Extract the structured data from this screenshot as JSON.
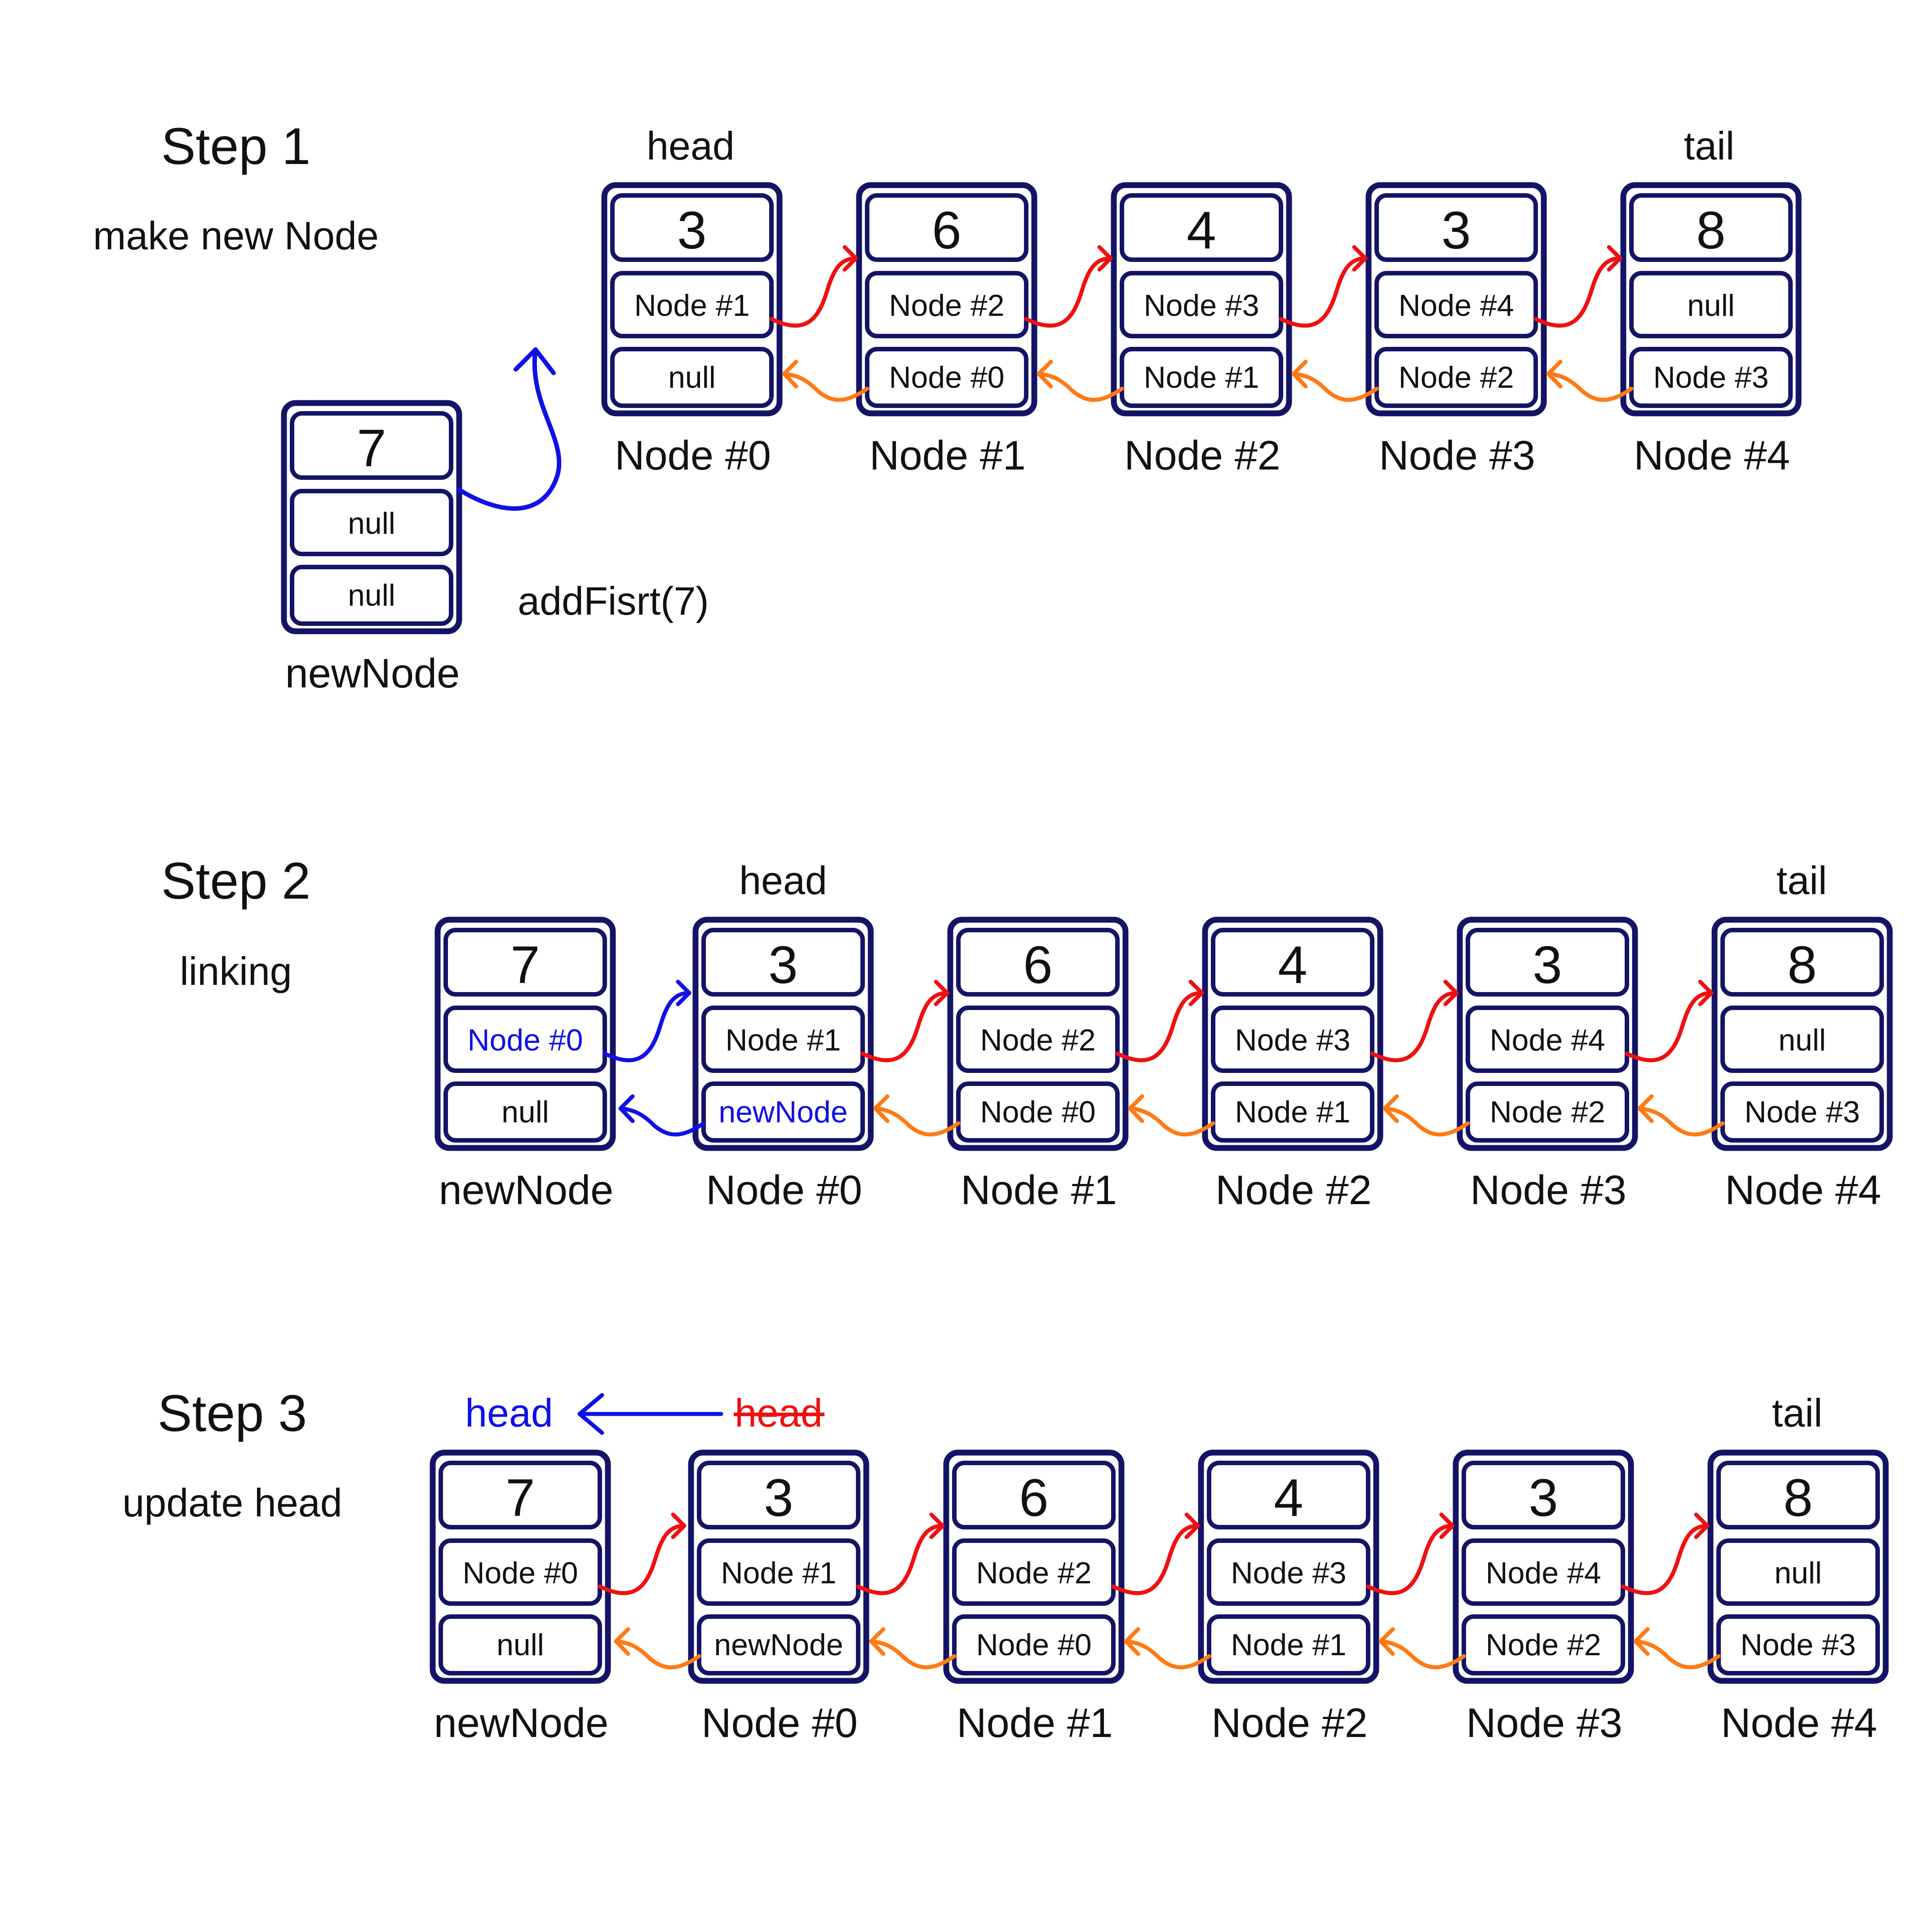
{
  "colors": {
    "node_border": "#141466",
    "next_arrow": "#ee1111",
    "prev_arrow": "#ff7a14",
    "highlight_blue": "#1010e6",
    "old_head_red": "#ee1111"
  },
  "steps": [
    {
      "title": "Step 1",
      "subtitle": "make new Node",
      "call_label": "addFisrt(7)",
      "new_node": {
        "value": "7",
        "next": "null",
        "prev": "null",
        "label": "newNode"
      },
      "list": [
        {
          "value": "3",
          "next": "Node #1",
          "prev": "null",
          "label": "Node #0",
          "pointer": "head"
        },
        {
          "value": "6",
          "next": "Node #2",
          "prev": "Node #0",
          "label": "Node #1"
        },
        {
          "value": "4",
          "next": "Node #3",
          "prev": "Node #1",
          "label": "Node #2"
        },
        {
          "value": "3",
          "next": "Node #4",
          "prev": "Node #2",
          "label": "Node #3"
        },
        {
          "value": "8",
          "next": "null",
          "prev": "Node #3",
          "label": "Node #4",
          "pointer": "tail"
        }
      ]
    },
    {
      "title": "Step 2",
      "subtitle": "linking",
      "new_node": {
        "value": "7",
        "next": "Node #0",
        "prev": "null",
        "label": "newNode"
      },
      "list": [
        {
          "value": "3",
          "next": "Node #1",
          "prev": "newNode",
          "label": "Node #0",
          "pointer": "head"
        },
        {
          "value": "6",
          "next": "Node #2",
          "prev": "Node #0",
          "label": "Node #1"
        },
        {
          "value": "4",
          "next": "Node #3",
          "prev": "Node #1",
          "label": "Node #2"
        },
        {
          "value": "3",
          "next": "Node #4",
          "prev": "Node #2",
          "label": "Node #3"
        },
        {
          "value": "8",
          "next": "null",
          "prev": "Node #3",
          "label": "Node #4",
          "pointer": "tail"
        }
      ]
    },
    {
      "title": "Step 3",
      "subtitle": "update head",
      "new_head_label": "head",
      "old_head_label": "head",
      "new_node": {
        "value": "7",
        "next": "Node #0",
        "prev": "null",
        "label": "newNode"
      },
      "list": [
        {
          "value": "3",
          "next": "Node #1",
          "prev": "newNode",
          "label": "Node #0"
        },
        {
          "value": "6",
          "next": "Node #2",
          "prev": "Node #0",
          "label": "Node #1"
        },
        {
          "value": "4",
          "next": "Node #3",
          "prev": "Node #1",
          "label": "Node #2"
        },
        {
          "value": "3",
          "next": "Node #4",
          "prev": "Node #2",
          "label": "Node #3"
        },
        {
          "value": "8",
          "next": "null",
          "prev": "Node #3",
          "label": "Node #4",
          "pointer": "tail"
        }
      ]
    }
  ]
}
